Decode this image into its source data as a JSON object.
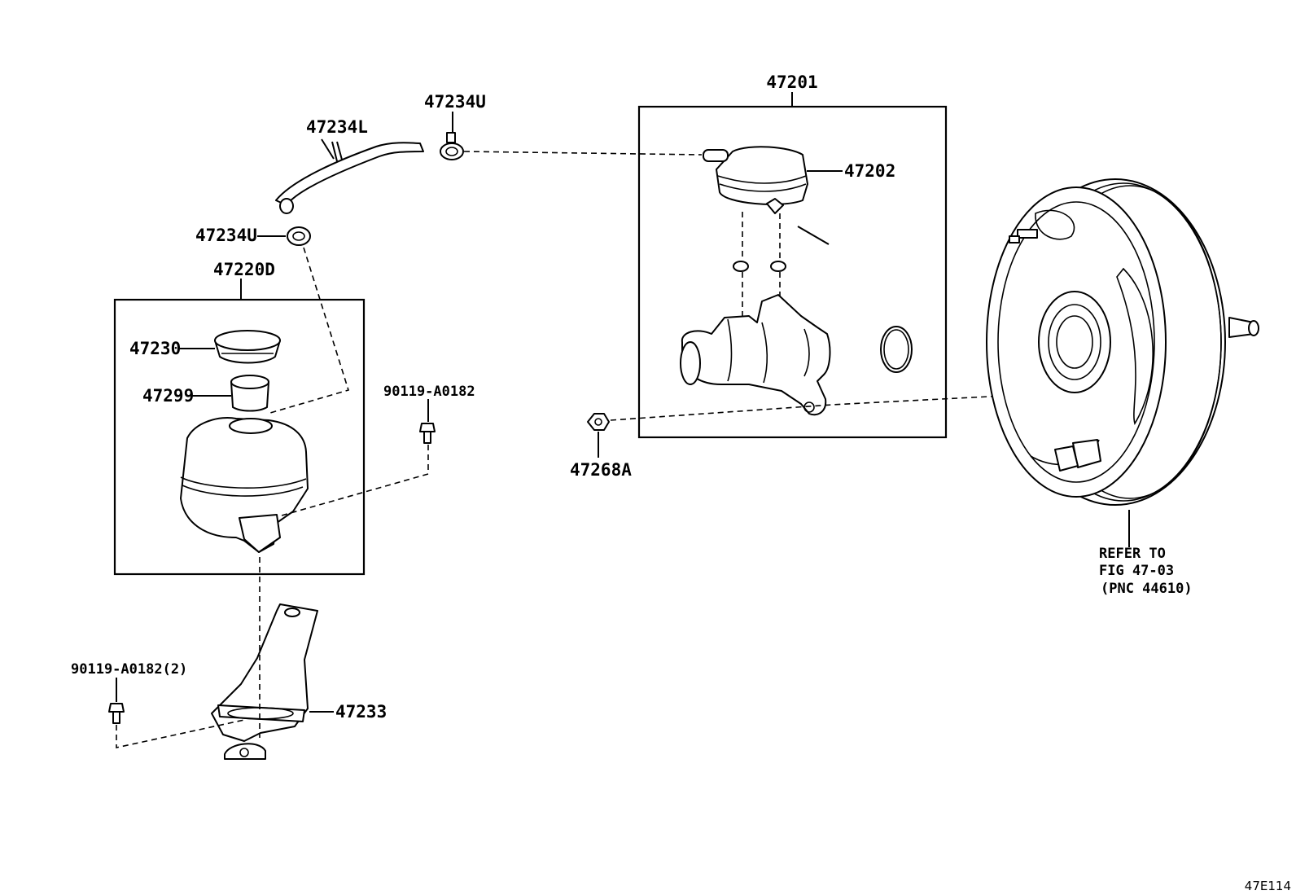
{
  "labels": {
    "p47201": "47201",
    "p47202": "47202",
    "p47234L": "47234L",
    "p47234U_top": "47234U",
    "p47234U_left": "47234U",
    "p47220D": "47220D",
    "p47230": "47230",
    "p47299": "47299",
    "p90119_a": "90119-A0182",
    "p47268A": "47268A",
    "p90119_b": "90119-A0182(2)",
    "p47233": "47233",
    "refer_line1": "REFER TO",
    "refer_line2": "FIG 47-03",
    "refer_line3": "(PNC 44610)",
    "figure_code": "47E114"
  }
}
